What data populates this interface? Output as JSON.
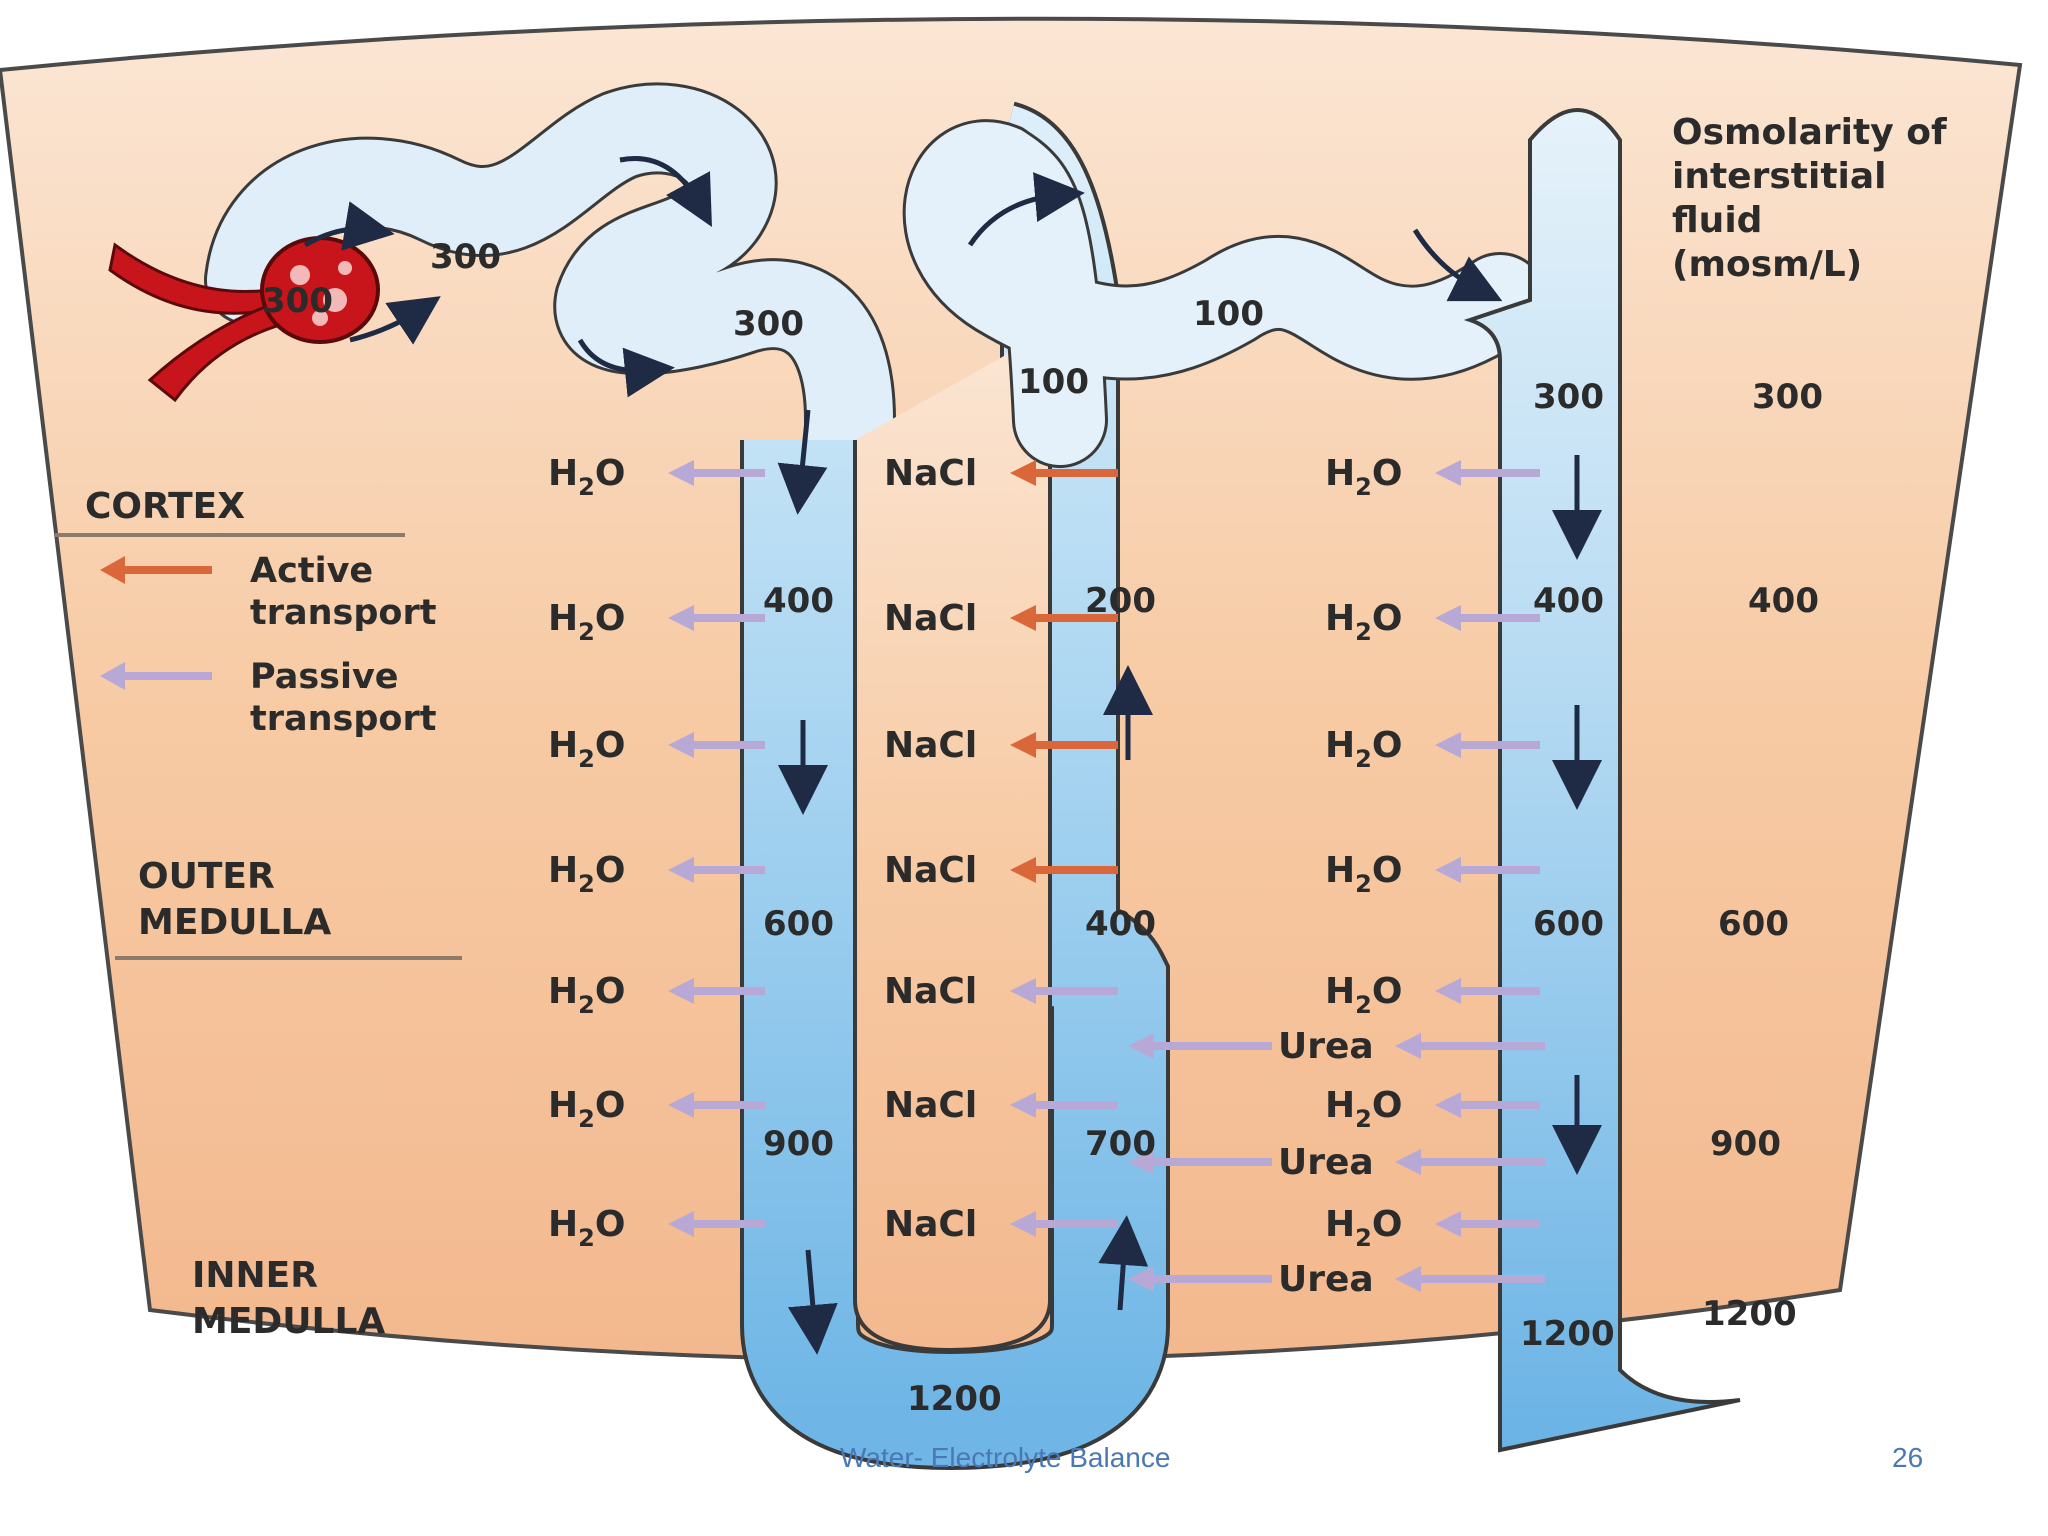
{
  "header": {
    "title": "Osmolarity of interstitial fluid (mosm/L)",
    "title_lines": [
      "Osmolarity of",
      "interstitial",
      "fluid",
      "(mosm/L)"
    ]
  },
  "regions": {
    "cortex": "CORTEX",
    "outer_medulla": [
      "OUTER",
      "MEDULLA"
    ],
    "inner_medulla": [
      "INNER",
      "MEDULLA"
    ]
  },
  "legend": {
    "active": [
      "Active",
      "transport"
    ],
    "passive": [
      "Passive",
      "transport"
    ],
    "active_color": "#d9673a",
    "passive_color": "#b8a8d6"
  },
  "nephron_values": {
    "glomerulus": "300",
    "proximal_1": "300",
    "proximal_2": "300",
    "dct_top": "100",
    "thick_top": "100",
    "collecting_300": "300",
    "descending_400": "400",
    "descending_600": "600",
    "descending_900": "900",
    "loop_bottom": "1200",
    "ascending_200": "200",
    "ascending_400": "400",
    "ascending_700": "700",
    "collecting_400": "400",
    "collecting_600": "600",
    "collecting_1200": "1200"
  },
  "interstitial_scale": [
    "300",
    "400",
    "600",
    "900",
    "1200"
  ],
  "substances": {
    "water": "H",
    "water_sub": "2",
    "water_end": "O",
    "nacl": "NaCl",
    "urea": "Urea"
  },
  "colors": {
    "tissue": "#f6c9a3",
    "tubule": "#cfe6f5",
    "tubule_deep": "#7bbde8",
    "blood": "#c8141b"
  },
  "footer": {
    "caption": "Water- Electrolyte Balance",
    "page_number": "26"
  }
}
